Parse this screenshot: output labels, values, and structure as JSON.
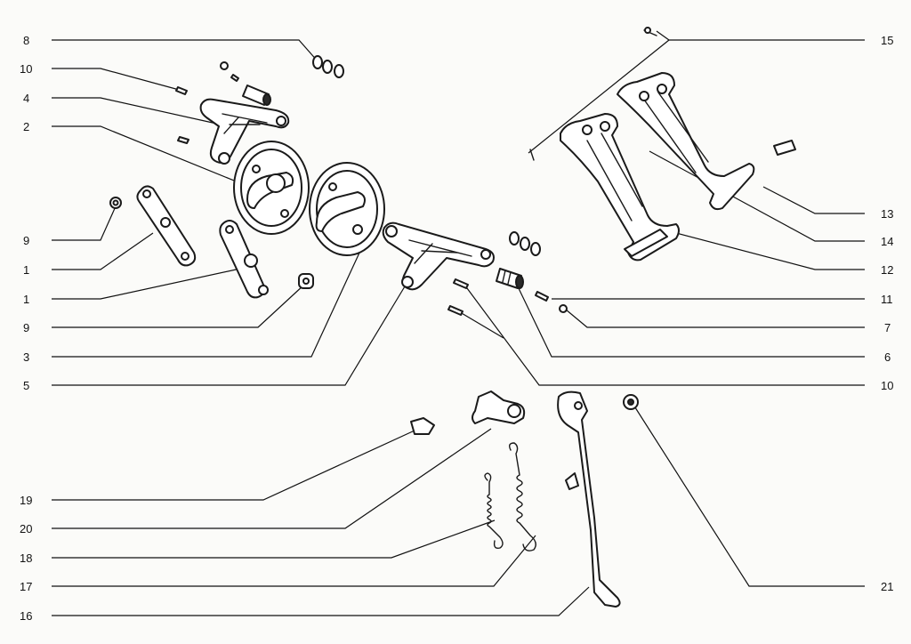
{
  "callouts": {
    "left": [
      {
        "id": "l8",
        "text": "8"
      },
      {
        "id": "l10a",
        "text": "10"
      },
      {
        "id": "l4",
        "text": "4"
      },
      {
        "id": "l2",
        "text": "2"
      },
      {
        "id": "l9a",
        "text": "9"
      },
      {
        "id": "l1a",
        "text": "1"
      },
      {
        "id": "l1b",
        "text": "1"
      },
      {
        "id": "l9b",
        "text": "9"
      },
      {
        "id": "l3",
        "text": "3"
      },
      {
        "id": "l5",
        "text": "5"
      },
      {
        "id": "l19",
        "text": "19"
      },
      {
        "id": "l20",
        "text": "20"
      },
      {
        "id": "l18",
        "text": "18"
      },
      {
        "id": "l17",
        "text": "17"
      },
      {
        "id": "l16",
        "text": "16"
      }
    ],
    "right": [
      {
        "id": "r15",
        "text": "15"
      },
      {
        "id": "r13",
        "text": "13"
      },
      {
        "id": "r14",
        "text": "14"
      },
      {
        "id": "r12",
        "text": "12"
      },
      {
        "id": "r11",
        "text": "11"
      },
      {
        "id": "r7",
        "text": "7"
      },
      {
        "id": "r6",
        "text": "6"
      },
      {
        "id": "r10",
        "text": "10"
      },
      {
        "id": "r21",
        "text": "21"
      }
    ]
  }
}
